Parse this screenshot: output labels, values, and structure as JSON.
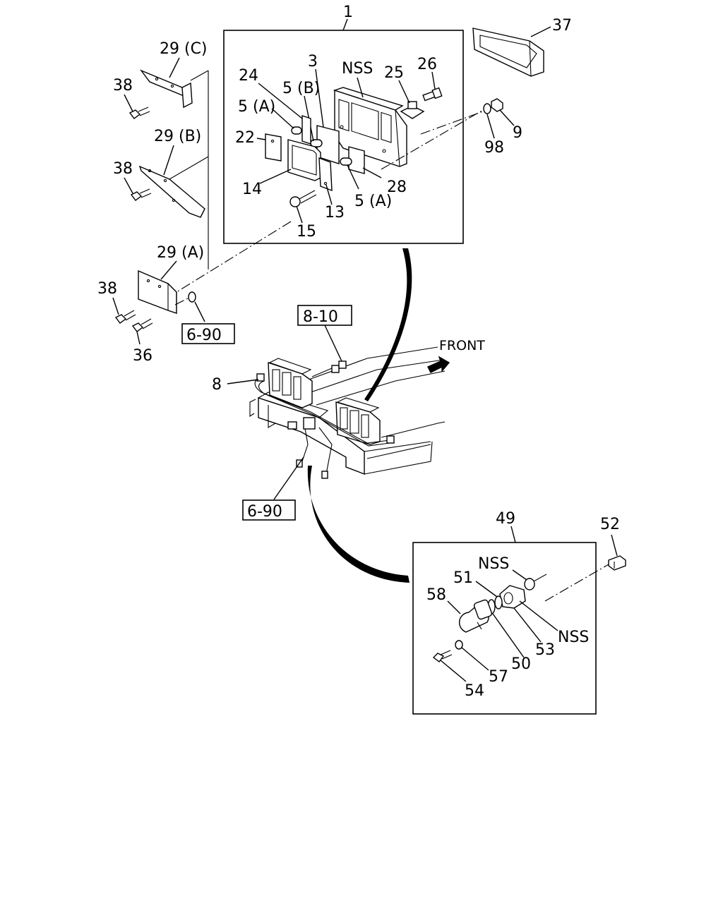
{
  "callouts": {
    "c1": "1",
    "c3": "3",
    "c24": "24",
    "c5b": "5 (B)",
    "c5a_top": "5 (A)",
    "c22": "22",
    "c14": "14",
    "c13": "13",
    "c15": "15",
    "c28": "28",
    "c5a_bottom": "5 (A)",
    "c25": "25",
    "c26": "26",
    "c_nss_top": "NSS",
    "c37": "37",
    "c98": "98",
    "c9": "9",
    "c29c": "29 (C)",
    "c29b": "29 (B)",
    "c29a": "29 (A)",
    "c38_1": "38",
    "c38_2": "38",
    "c38_3": "38",
    "c36": "36",
    "c8": "8",
    "c49": "49",
    "c52": "52",
    "c_nss_a": "NSS",
    "c51": "51",
    "c58": "58",
    "c_nss_b": "NSS",
    "c53": "53",
    "c50": "50",
    "c57": "57",
    "c54": "54"
  },
  "refs": {
    "r6_90_a": "6-90",
    "r8_10": "8-10",
    "r6_90_b": "6-90"
  },
  "front_label": "FRONT"
}
